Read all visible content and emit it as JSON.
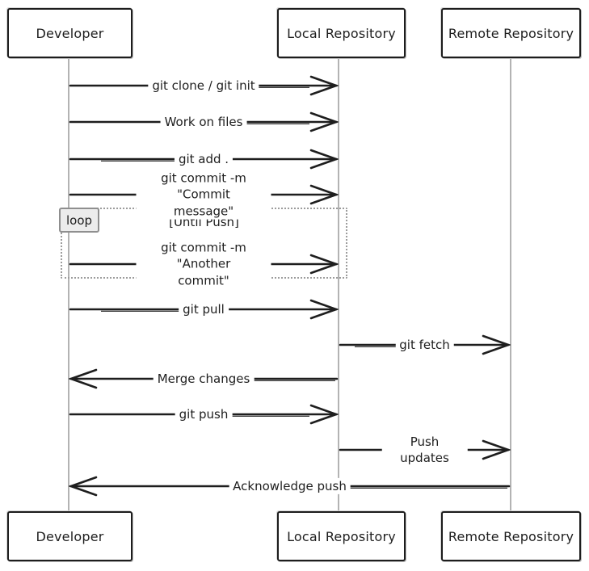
{
  "diagram": {
    "type": "sequence",
    "actors": [
      {
        "name": "Developer"
      },
      {
        "name": "Local Repository"
      },
      {
        "name": "Remote Repository"
      }
    ],
    "loop": {
      "label": "loop",
      "condition": "[Until Push]"
    },
    "messages": [
      {
        "from": "Developer",
        "to": "Local Repository",
        "label": "git clone / git init"
      },
      {
        "from": "Developer",
        "to": "Local Repository",
        "label": "Work on files"
      },
      {
        "from": "Developer",
        "to": "Local Repository",
        "label": "git add ."
      },
      {
        "from": "Developer",
        "to": "Local Repository",
        "label": "git commit -m \"Commit\nmessage\""
      },
      {
        "from": "Developer",
        "to": "Local Repository",
        "label": "git commit -m \"Another\ncommit\"",
        "in_loop": true
      },
      {
        "from": "Developer",
        "to": "Local Repository",
        "label": "git pull"
      },
      {
        "from": "Local Repository",
        "to": "Remote Repository",
        "label": "git fetch"
      },
      {
        "from": "Local Repository",
        "to": "Developer",
        "label": "Merge changes"
      },
      {
        "from": "Developer",
        "to": "Local Repository",
        "label": "git push"
      },
      {
        "from": "Local Repository",
        "to": "Remote Repository",
        "label": "Push updates"
      },
      {
        "from": "Remote Repository",
        "to": "Developer",
        "label": "Acknowledge push"
      }
    ],
    "colors": {
      "stroke": "#1e1e1e",
      "lifeline": "#b3b3b3",
      "loop_border": "#9c9c9c",
      "loop_label_bg": "#ececec",
      "background": "#ffffff"
    }
  }
}
